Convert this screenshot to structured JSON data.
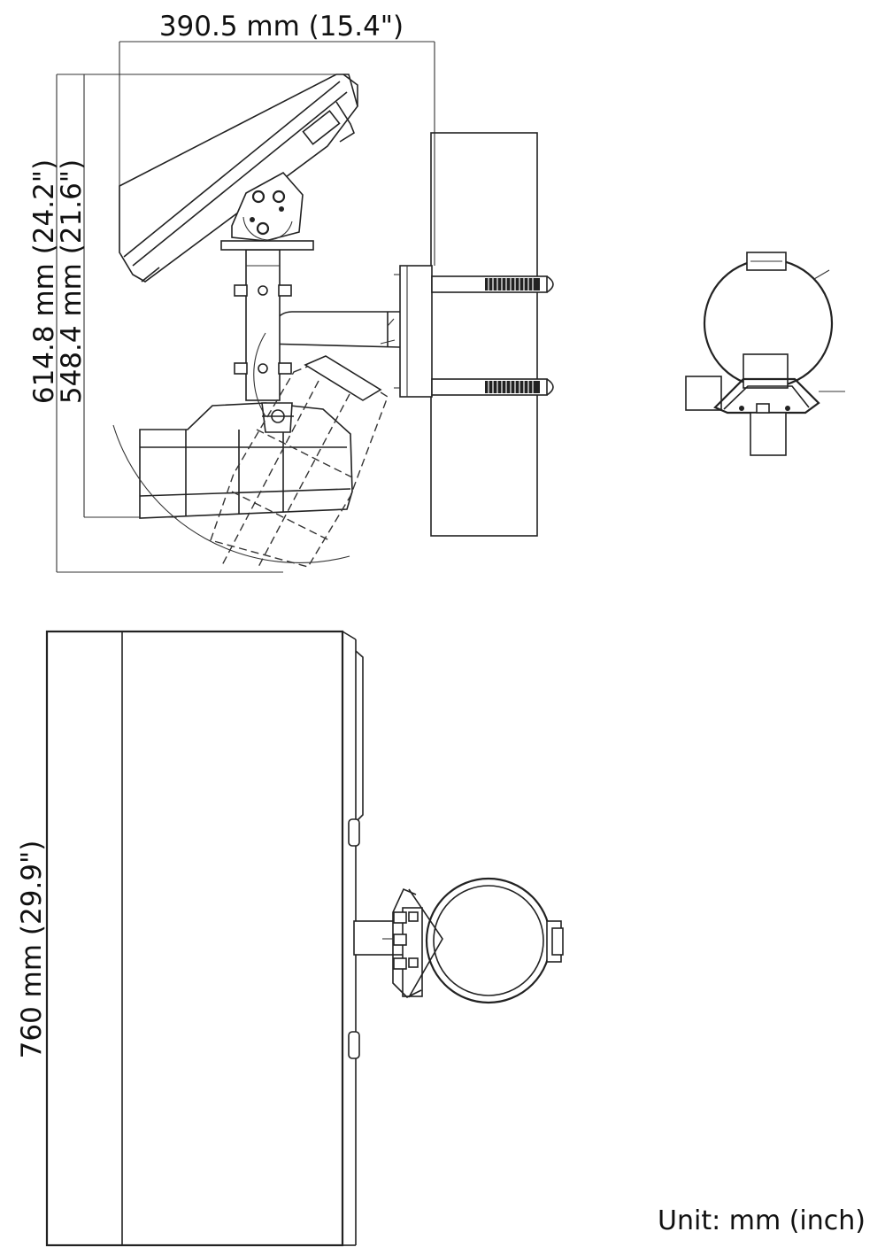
{
  "dimensions": {
    "overall_width": "390.5 mm (15.4\")",
    "overall_height": "614.8 mm (24.2\")",
    "inner_height": "548.4 mm (21.6\")",
    "side_height": "760 mm (29.9\")"
  },
  "unit_note": "Unit: mm (inch)"
}
